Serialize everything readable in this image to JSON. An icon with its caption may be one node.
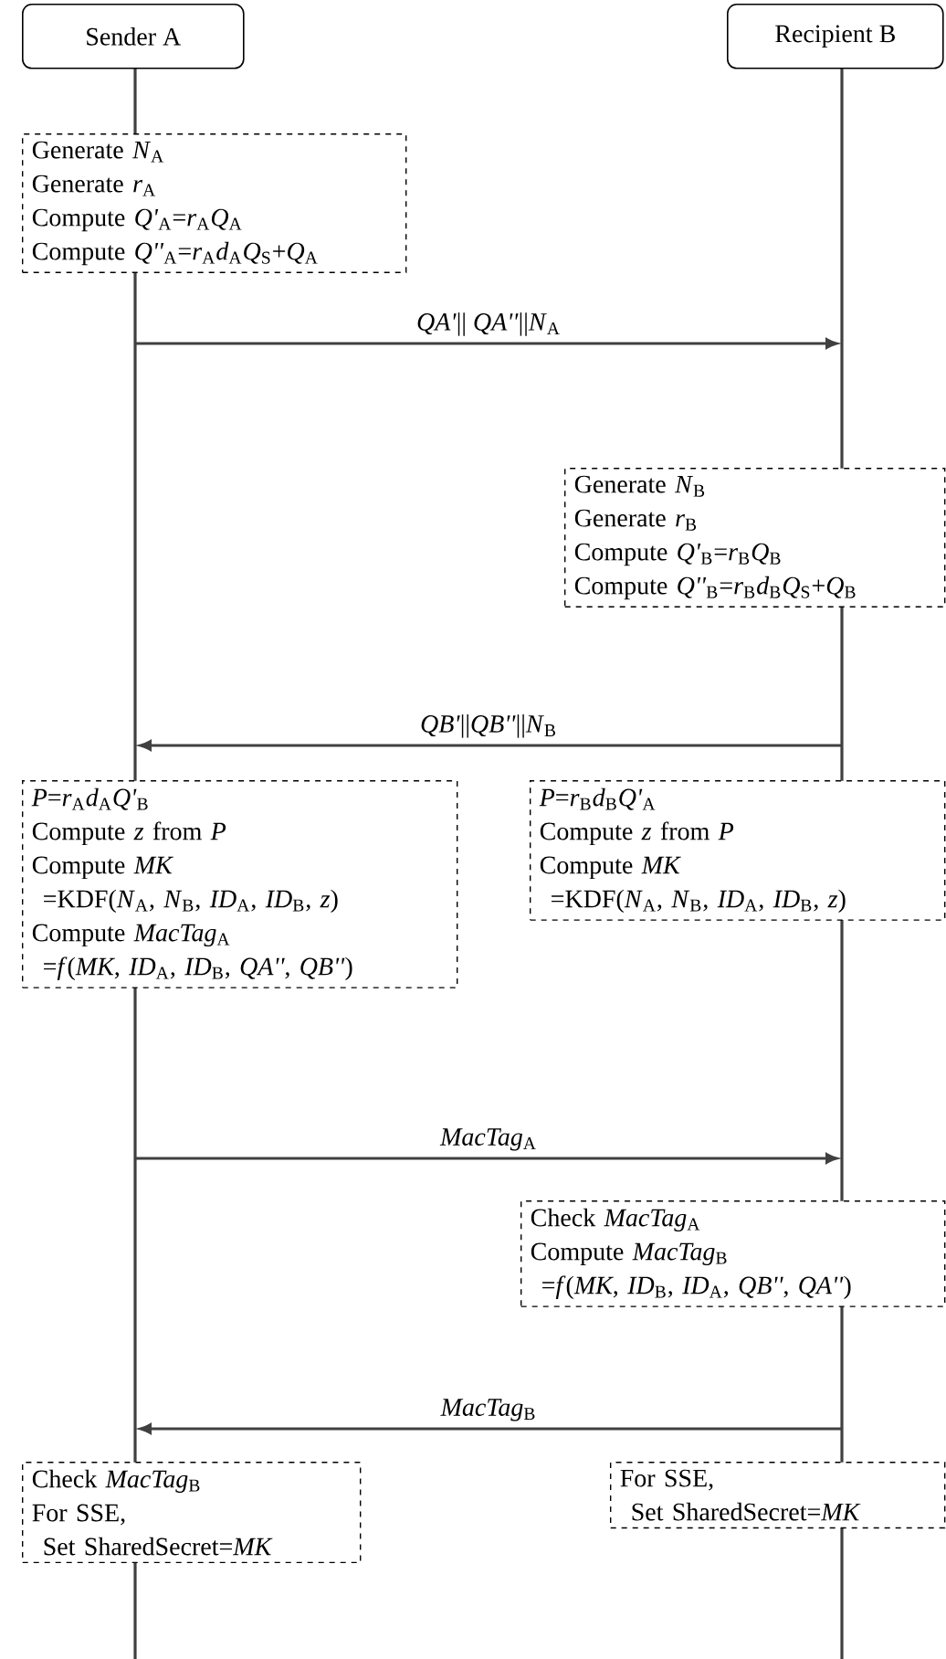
{
  "diagram": {
    "nodes": [
      {
        "text": [
          "Sender A"
        ]
      },
      {
        "text": [
          "Recipient B"
        ]
      },
      {
        "text": [
          "Generate *N*$_{A}$",
          "Generate *r*$_{A}$",
          "Compute *Q'*$_{A}$=*r*$_{A}$*Q*$_{A}$",
          "Compute *Q''*$_{A}$=*r*$_{A}$*d*$_{A}$*Q*$_{S}$+*Q*$_{A}$"
        ]
      },
      {
        "text": [
          "Generate *N*$_{B}$",
          "Generate *r*$_{B}$",
          "Compute *Q'*$_{B}$=*r*$_{B}$*Q*$_{B}$",
          "Compute *Q''*$_{B}$=*r*$_{B}$*d*$_{B}$*Q*$_{S}$+*Q*$_{B}$"
        ]
      },
      {
        "text": [
          "*P*=*r*$_{A}$*d*$_{A}$*Q'*$_{B}$",
          "Compute *z* from *P*",
          "Compute *MK*",
          "=KDF(*N*$_{A}$, *N*$_{B}$, *ID*$_{A}$, *ID*$_{B}$, *z*)",
          "Compute *MacTag*$_{A}$",
          "=*f*(*MK*, *ID*$_{A}$, *ID*$_{B}$, *QA''*, *QB''*)"
        ]
      },
      {
        "text": [
          "*P*=*r*$_{B}$*d*$_{B}$*Q'*$_{A}$",
          "Compute *z* from *P*",
          "Compute *MK*",
          "=KDF(*N*$_{A}$, *N*$_{B}$, *ID*$_{A}$, *ID*$_{B}$, *z*)"
        ]
      },
      {
        "text": [
          "Check *MacTag*$_{A}$",
          "Compute *MacTag*$_{B}$",
          "=*f*(*MK*, *ID*$_{B}$, *ID*$_{A}$, *QB''*, *QA''*)"
        ]
      },
      {
        "text": [
          "Check *MacTag*$_{B}$",
          "For SSE,",
          "Set SharedSecret=*MK*"
        ]
      },
      {
        "text": [
          "For SSE,",
          "Set SharedSecret=*MK*"
        ]
      },
      {
        "text": [],
        "shape": "line"
      },
      {
        "text": [],
        "shape": "line"
      }
    ],
    "edges": [
      {
        "from": 9,
        "to": 10,
        "arrow": "to",
        "label": "*QA'*|| *QA''*||*N*$_{A}$"
      },
      {
        "from": 10,
        "to": 9,
        "arrow": "to",
        "label": "*QB'*||*QB''*||*N*$_{B}$"
      },
      {
        "from": 9,
        "to": 10,
        "arrow": "to",
        "label": "*MacTag*$_{A}$"
      },
      {
        "from": 10,
        "to": 9,
        "arrow": "to",
        "label": "*MacTag*$_{B}$"
      }
    ]
  }
}
